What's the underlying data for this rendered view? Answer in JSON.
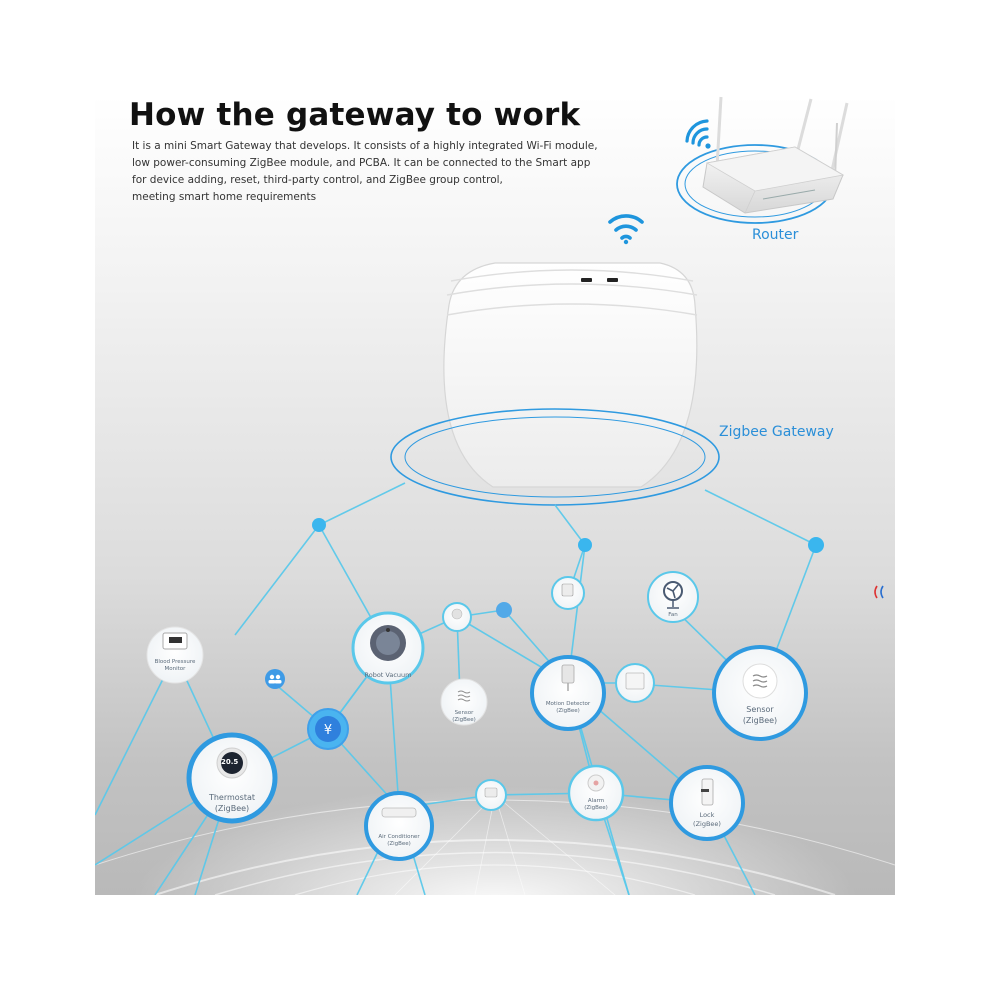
{
  "title": "How the gateway to work",
  "intro_lines": [
    "It is a mini Smart Gateway that         develops. It consists of a highly integrated Wi-Fi module,",
    "low power-consuming ZigBee module, and PCBA. It can be connected to the          Smart app",
    "for device adding, reset, third-party control, and ZigBee group control,",
    "meeting smart home requirements"
  ],
  "labels": {
    "router": "Router",
    "gateway": "Zigbee Gateway"
  },
  "devices": {
    "blood_pressure": "Blood Pressure\nMonitor",
    "robot_vacuum": "Robot Vacuum",
    "sensor_small": "Sensor\n(ZigBee)",
    "motion_detector": "Motion Detector\n(ZigBee)",
    "fan": "Fan",
    "sensor_big": "Sensor\n(ZigBee)",
    "thermostat": "Thermostat\n(ZigBee)",
    "air_conditioner": "Air Conditioner\n(ZigBee)",
    "alarm": "Alarm\n(ZigBee)",
    "lock": "Lock\n(ZigBee)"
  },
  "thermostat_reading": "20.5",
  "colors": {
    "accent": "#2b8fd8",
    "link": "#5ac8ea",
    "node_ring": "#2f9ae0",
    "dot": "#3ab6ee"
  },
  "icons": [
    "wifi-icon",
    "router-icon",
    "gateway-device",
    "yen-icon",
    "users-icon"
  ]
}
